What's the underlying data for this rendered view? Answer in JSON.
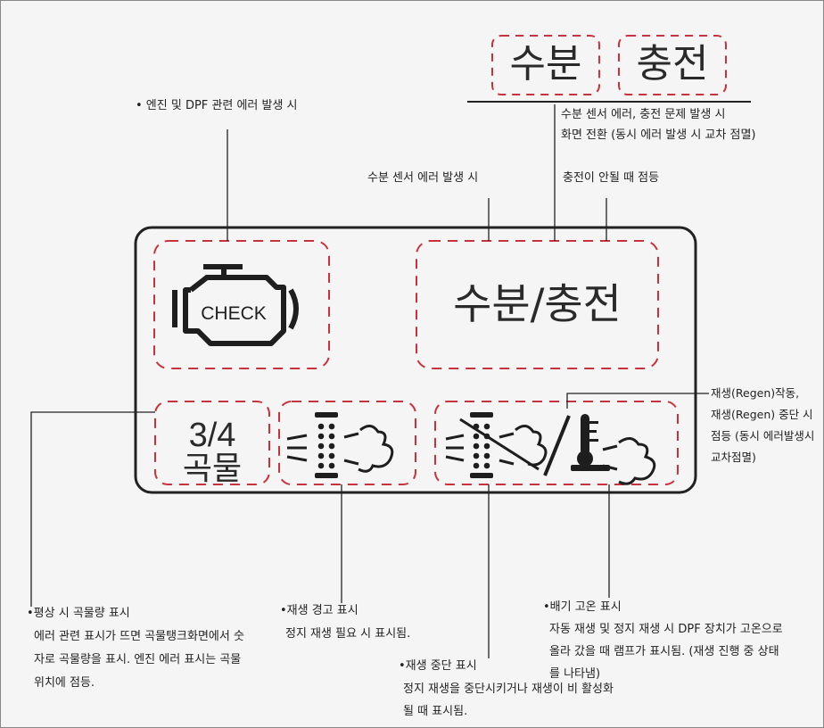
{
  "header": {
    "moisture_label": "수분",
    "charge_label": "충전",
    "caption_line1": "수분 센서 에러, 충전 문제 발생 시",
    "caption_line2": "화면 전환 (동시 에러 발생 시 교차 점멸)"
  },
  "callouts": {
    "engine_error": "• 엔진 및 DPF 관련 에러 발생 시",
    "moisture_error": "수분 센서 에러 발생 시",
    "charge_error": "충전이 안될 때 점등",
    "regen_line1": "재생(Regen)작동,",
    "regen_line2": "재생(Regen) 중단 시",
    "regen_line3": "점등 (동시 에러발생시",
    "regen_line4": "교차점멸)",
    "grain_title": "•평상 시 곡물량 표시",
    "grain_desc1": "에러 관련 표시가 뜨면 곡물탱크화면에서 숫",
    "grain_desc2": "자로 곡물량을 표시. 엔진 에러 표시는 곡물",
    "grain_desc3": "위치에 점등.",
    "regen_warn_title": "•재생 경고 표시",
    "regen_warn_desc": "정지 재생 필요 시 표시됨.",
    "regen_stop_title": "•재생 중단 표시",
    "regen_stop_desc1": "정지 재생을 중단시키거나 재생이 비 활성화",
    "regen_stop_desc2": "될 때 표시됨.",
    "exhaust_title": "•배기 고온 표시",
    "exhaust_desc1": "자동 재생 및 정지 재생 시 DPF 장치가 고온으로",
    "exhaust_desc2": "올라 갔을 때 램프가 표시됨. (재생 진행 중 상태",
    "exhaust_desc3": "를 나타냄)"
  },
  "panel": {
    "check_label": "CHECK",
    "moisture_charge": "수분/충전",
    "grain_fraction": "3/4",
    "grain_word": "곡물"
  },
  "icons": [
    "check-engine-icon",
    "regen-warning-icon",
    "regen-stop-icon",
    "exhaust-temp-icon"
  ],
  "colors": {
    "dash": "#c8323c",
    "frame": "#222222",
    "background": "#f5f5f5"
  }
}
